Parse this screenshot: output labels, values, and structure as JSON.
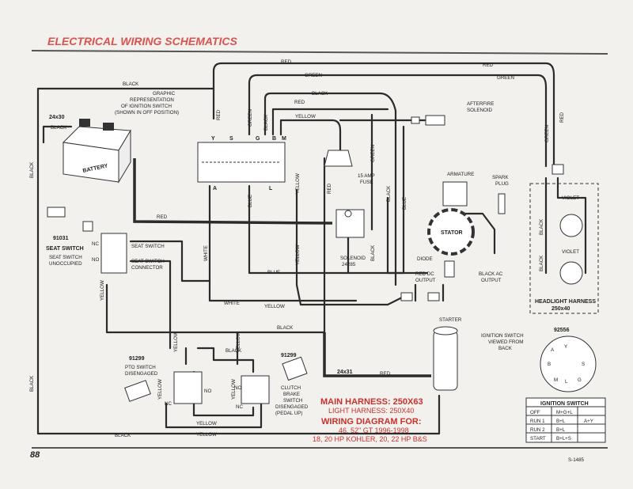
{
  "header": {
    "title": "ELECTRICAL WIRING SCHEMATICS"
  },
  "footer": {
    "page_number": "88",
    "code": "S-1485"
  },
  "wire_colors": {
    "red": "RED",
    "green": "GREEN",
    "black": "BLACK",
    "yellow": "YELLOW",
    "white": "WHITE",
    "blue": "BLUE",
    "violet": "VIOLET"
  },
  "components": {
    "battery": {
      "part": "24x30",
      "label": "BATTERY"
    },
    "ignition_graphic": {
      "line1": "GRAPHIC",
      "line2": "REPRESENTATION",
      "line3": "OF IGNITION SWITCH",
      "line4": "(SHOWN IN OFF POSITION)"
    },
    "terminals_top": [
      "Y",
      "S",
      "G",
      "B",
      "M"
    ],
    "terminals_bottom": [
      "A",
      "L"
    ],
    "afterfire_solenoid": {
      "line1": "AFTERFIRE",
      "line2": "SOLENOID"
    },
    "fuse": {
      "line1": "15 AMP",
      "line2": "FUSE"
    },
    "armature": "ARMATURE",
    "spark_plug": {
      "line1": "SPARK",
      "line2": "PLUG"
    },
    "stator": "STATOR",
    "solenoid": {
      "line1": "SOLENOID",
      "line2": "24285"
    },
    "diode": "DIODE",
    "red_dc": {
      "line1": "RED DC",
      "line2": "OUTPUT"
    },
    "black_ac": {
      "line1": "BLACK AC",
      "line2": "OUTPUT"
    },
    "seat_switch": {
      "part": "91031",
      "line1": "SEAT SWITCH",
      "line2": "SEAT SWITCH",
      "line3": "UNOCCUPIED"
    },
    "seat_switch_label": "SEAT SWITCH",
    "seat_switch_connector": {
      "line1": "SEAT SWITCH",
      "line2": "CONNECTOR"
    },
    "nc": "NC",
    "no": "NO",
    "pto_switch": {
      "part": "91299",
      "line1": "PTO SWITCH",
      "line2": "DISENGAGED"
    },
    "clutch_switch": {
      "part": "91299",
      "line1": "CLUTCH",
      "line2": "BRAKE",
      "line3": "SWITCH",
      "line4": "DISENGAGED",
      "line5": "(PEDAL UP)"
    },
    "starter": "STARTER",
    "cable": "24x31",
    "headlight_harness": {
      "line1": "HEADLIGHT HARNESS",
      "line2": "250x40"
    },
    "ignition_switch_view": {
      "part": "92556",
      "line1": "IGNITION SWITCH",
      "line2": "VIEWED FROM",
      "line3": "BACK"
    },
    "switch_face": [
      "A",
      "Y",
      "B",
      "S",
      "M",
      "L",
      "G"
    ]
  },
  "harness": {
    "main": "MAIN HARNESS: 250X63",
    "light": "LIGHT HARNESS: 250X40",
    "wiring_for": "WIRING DIAGRAM FOR:",
    "models": "46, 52\" GT 1996-1998",
    "engines": "18, 20 HP KOHLER, 20, 22 HP B&S"
  },
  "ignition_table": {
    "title": "IGNITION SWITCH",
    "rows": [
      [
        "OFF",
        "M+G+L",
        ""
      ],
      [
        "RUN 1",
        "B+L",
        "A+Y"
      ],
      [
        "RUN 2",
        "B+L",
        ""
      ],
      [
        "START",
        "B+L+S",
        ""
      ]
    ]
  }
}
